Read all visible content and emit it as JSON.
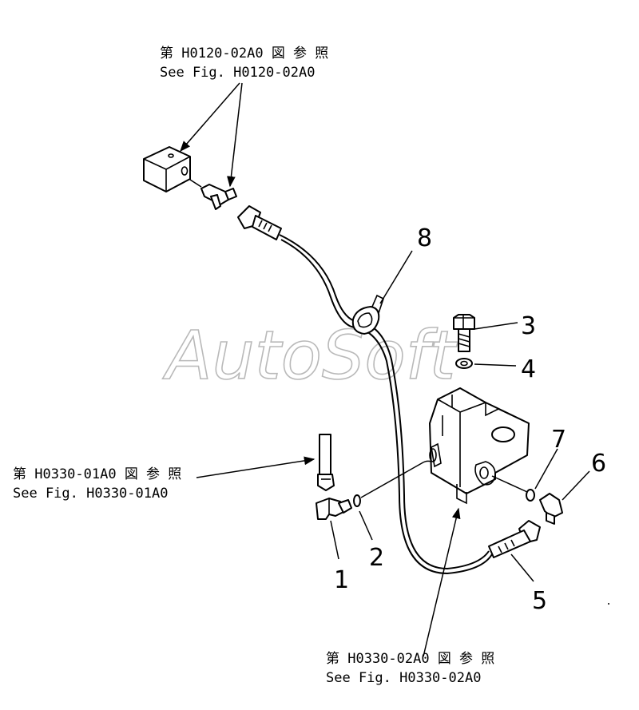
{
  "references": [
    {
      "id": "ref-h0120",
      "line1": "第 H0120-02A0 図 参 照",
      "line2": "See Fig. H0120-02A0"
    },
    {
      "id": "ref-h0330-01",
      "line1": "第 H0330-01A0 図 参 照",
      "line2": "See Fig. H0330-01A0"
    },
    {
      "id": "ref-h0330-02",
      "line1": "第 H0330-02A0 図 参 照",
      "line2": "See Fig. H0330-02A0"
    }
  ],
  "callouts": [
    "1",
    "2",
    "3",
    "4",
    "5",
    "6",
    "7",
    "8"
  ],
  "watermark": "AutoSoft"
}
